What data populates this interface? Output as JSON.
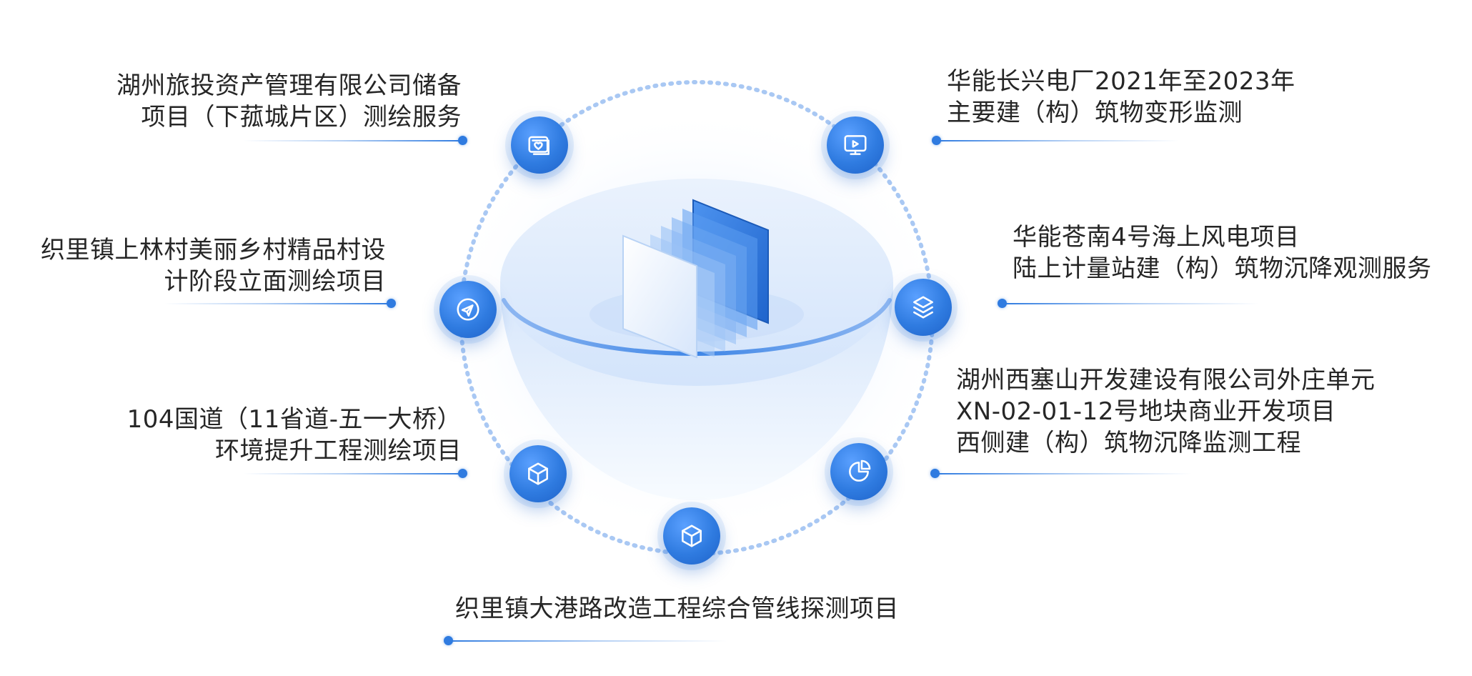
{
  "items": [
    {
      "id": "top-left",
      "icon": "picture-heart-icon",
      "lines": [
        "湖州旅投资产管理有限公司储备",
        "项目（下菰城片区）测绘服务"
      ]
    },
    {
      "id": "top-right",
      "icon": "monitor-play-icon",
      "lines": [
        "华能长兴电厂2021年至2023年",
        "主要建（构）筑物变形监测"
      ]
    },
    {
      "id": "mid-left",
      "icon": "paper-plane-icon",
      "lines": [
        "织里镇上林村美丽乡村精品村设",
        "计阶段立面测绘项目"
      ]
    },
    {
      "id": "mid-right",
      "icon": "layers-icon",
      "lines": [
        "华能苍南4号海上风电项目",
        "陆上计量站建（构）筑物沉降观测服务"
      ]
    },
    {
      "id": "low-left",
      "icon": "cube-icon",
      "lines": [
        "104国道（11省道-五一大桥）",
        "环境提升工程测绘项目"
      ]
    },
    {
      "id": "low-right",
      "icon": "pie-chart-icon",
      "lines": [
        "湖州西塞山开发建设有限公司外庄单元",
        "XN-02-01-12号地块商业开发项目",
        "西侧建（构）筑物沉降监测工程"
      ]
    },
    {
      "id": "bottom",
      "icon": "box-icon",
      "lines": [
        "织里镇大港路改造工程综合管线探测项目"
      ]
    }
  ],
  "colors": {
    "accent": "#2f7be0",
    "accent_light": "#5aa0ff",
    "text": "#262626"
  }
}
